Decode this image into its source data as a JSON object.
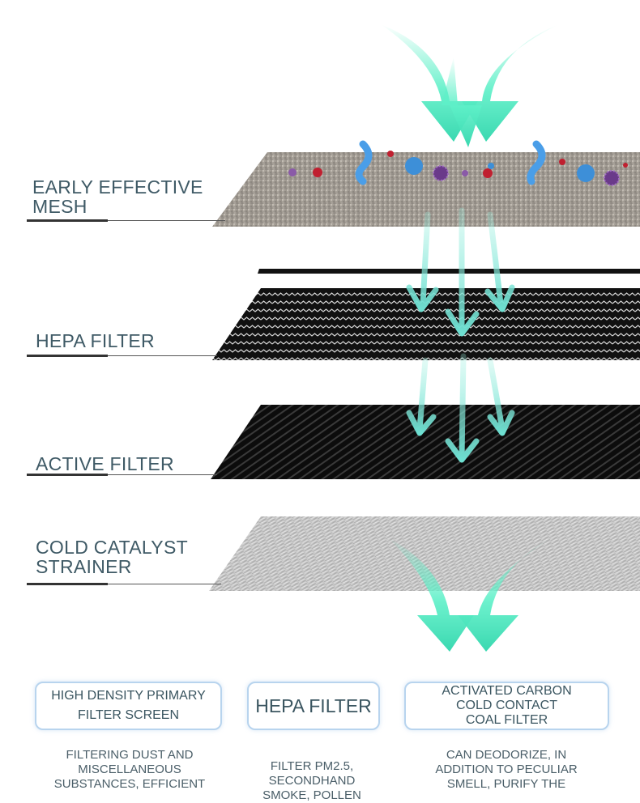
{
  "layers": [
    {
      "label": "EARLY EFFECTIVE\nMESH",
      "material": "early-effective-mesh"
    },
    {
      "label": "HEPA FILTER",
      "material": "hepa-filter"
    },
    {
      "label": "ACTIVE FILTER",
      "material": "active-filter"
    },
    {
      "label": "COLD CATALYST\nSTRAINER",
      "material": "cold-catalyst-strainer"
    }
  ],
  "boxes": [
    {
      "title": "HIGH DENSITY PRIMARY\nFILTER SCREEN",
      "description": "FILTERING DUST AND\nMISCELLANEOUS\nSUBSTANCES, EFFICIENT"
    },
    {
      "title": "HEPA FILTER",
      "description": "FILTER PM2.5,\nSECONDHAND\nSMOKE, POLLEN"
    },
    {
      "title": "ACTIVATED CARBON\nCOLD CONTACT\nCOAL FILTER",
      "description": "CAN DEODORIZE, IN\nADDITION TO PECULIAR\nSMELL, PURIFY THE"
    }
  ],
  "colors": {
    "arrow": "#4fe0c0",
    "label": "#3f5a66",
    "box_border": "#b8d4ee"
  }
}
